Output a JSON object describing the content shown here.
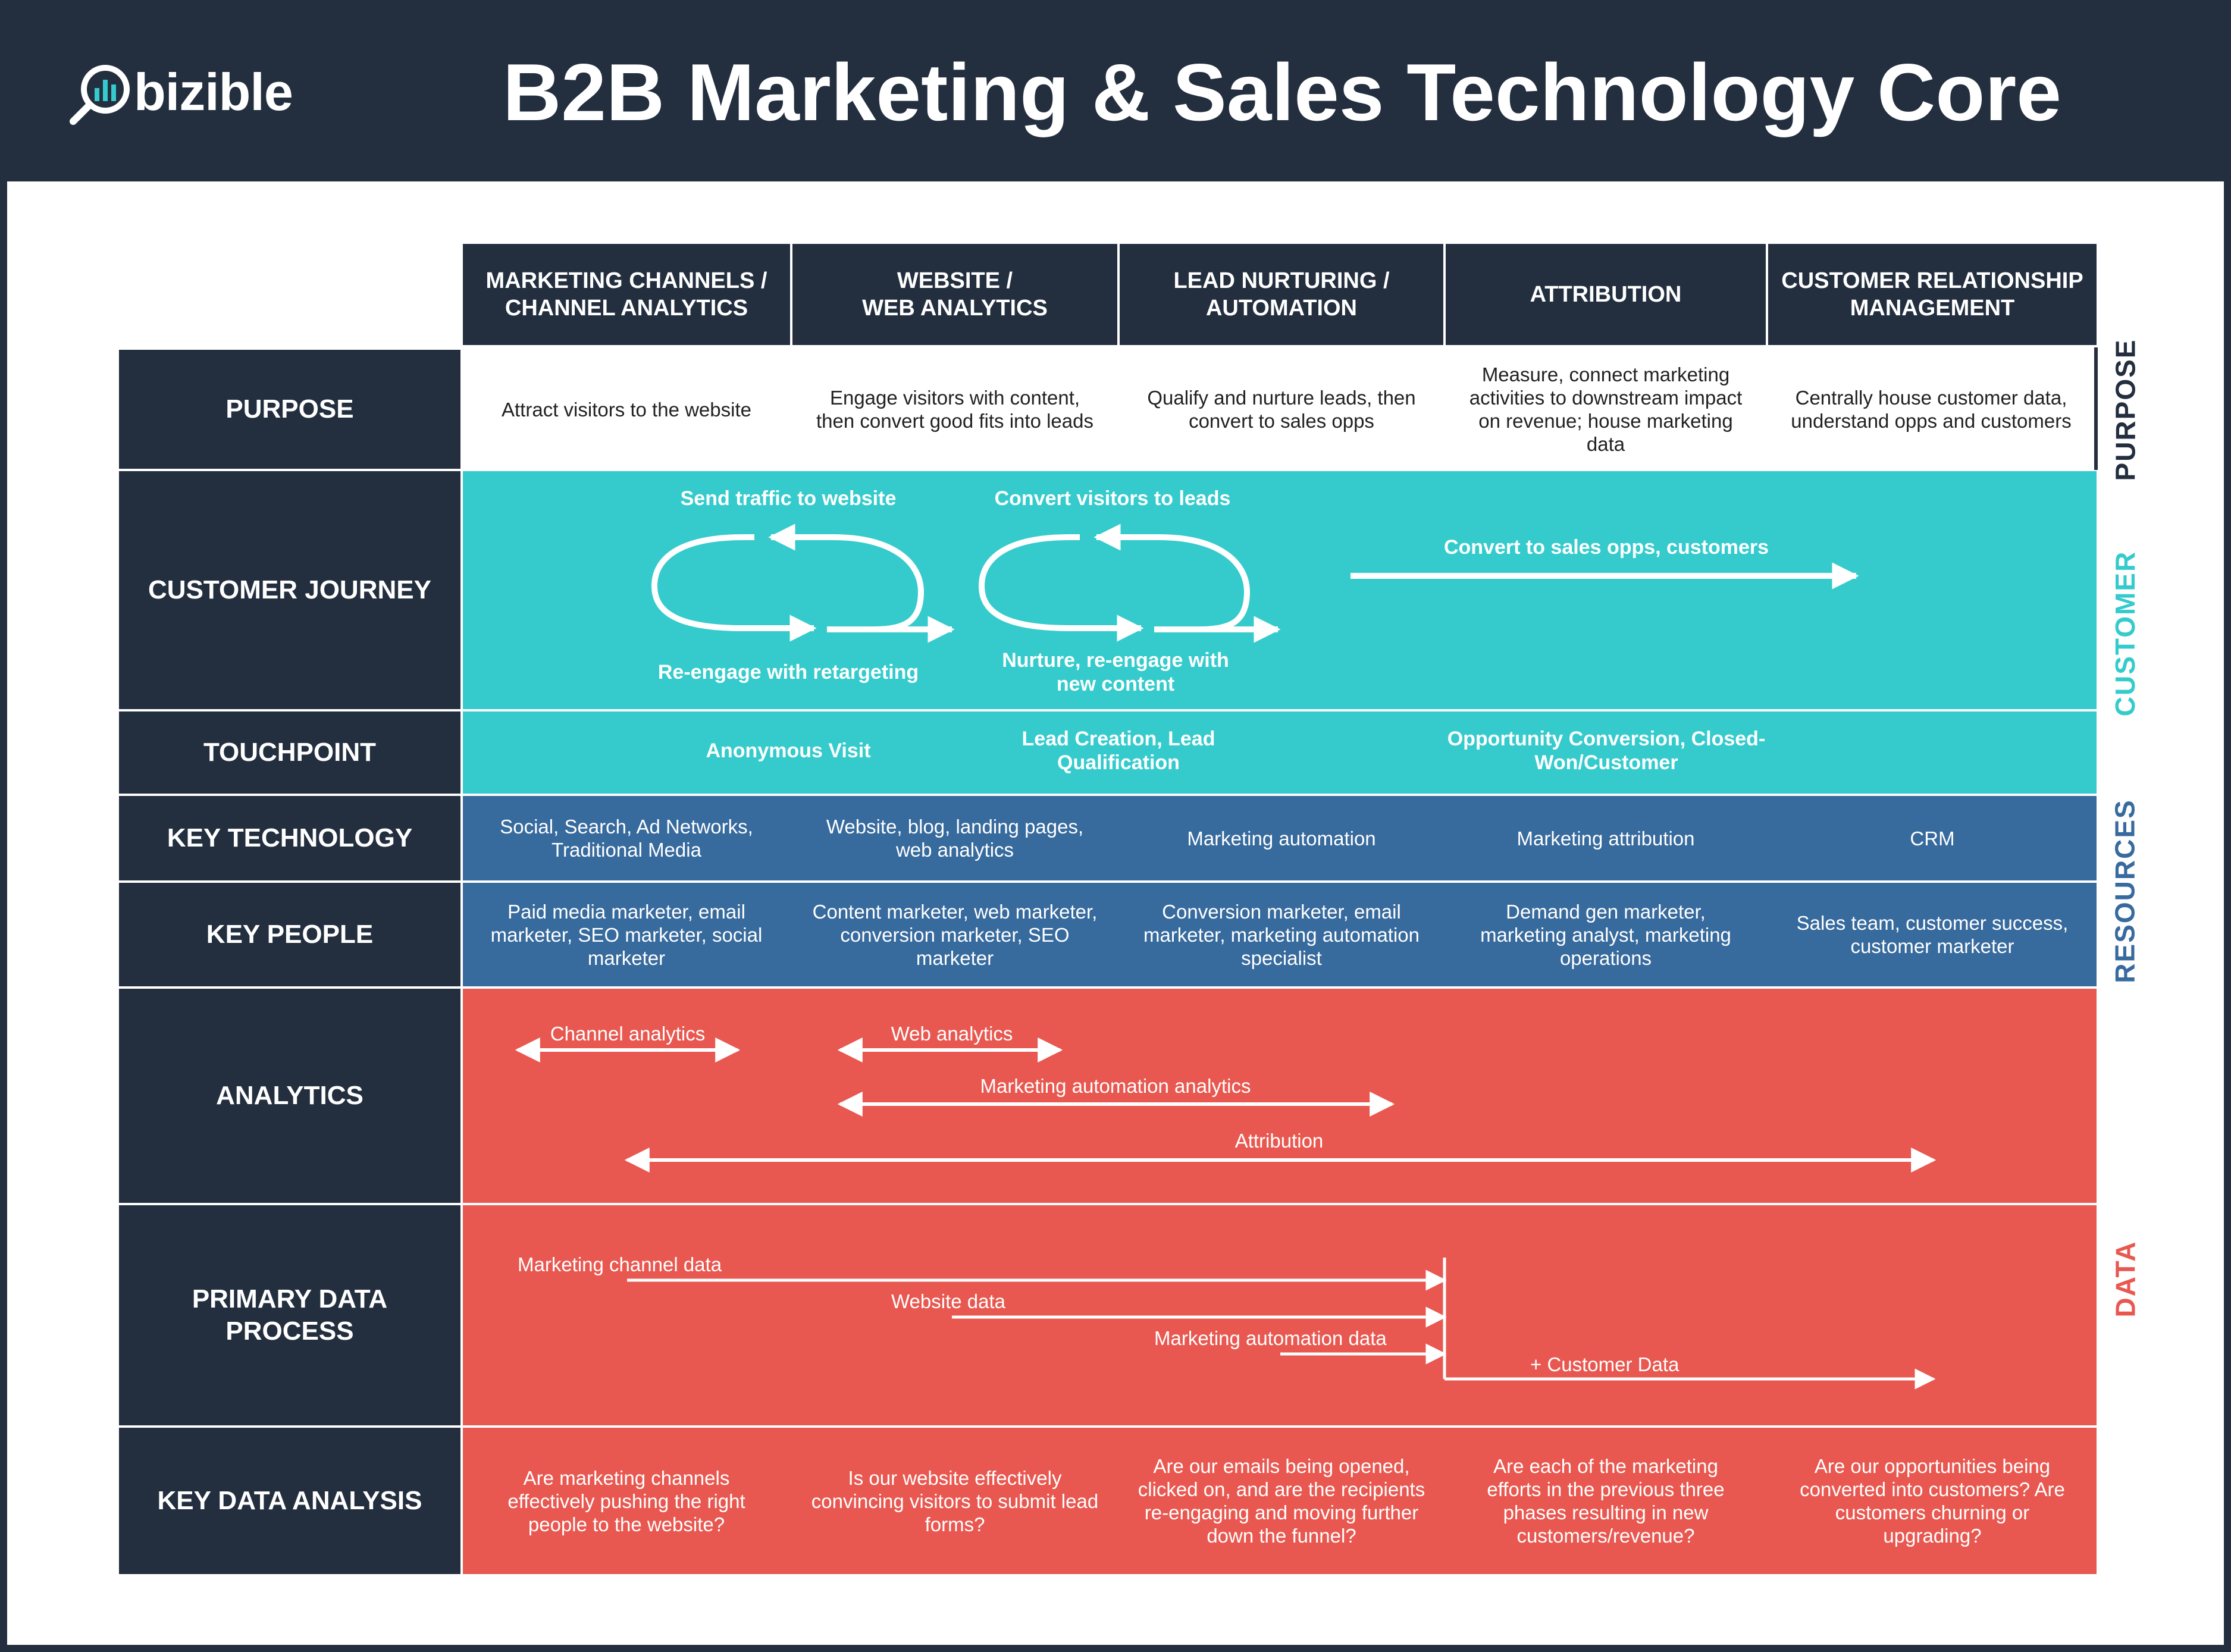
{
  "header": {
    "logo_text": "bizible",
    "title": "B2B Marketing & Sales Technology Core"
  },
  "columns": [
    {
      "line1": "MARKETING CHANNELS /",
      "line2": "CHANNEL ANALYTICS"
    },
    {
      "line1": "WEBSITE /",
      "line2": "WEB ANALYTICS"
    },
    {
      "line1": "LEAD NURTURING /",
      "line2": "AUTOMATION"
    },
    {
      "line1": "ATTRIBUTION",
      "line2": ""
    },
    {
      "line1": "CUSTOMER RELATIONSHIP",
      "line2": "MANAGEMENT"
    }
  ],
  "rows": {
    "purpose": "PURPOSE",
    "journey": "CUSTOMER JOURNEY",
    "touchpoint": "TOUCHPOINT",
    "technology": "KEY TECHNOLOGY",
    "people": "KEY PEOPLE",
    "analytics": "ANALYTICS",
    "primary_line1": "PRIMARY DATA",
    "primary_line2": "PROCESS",
    "key_data": "KEY DATA ANALYSIS"
  },
  "side_labels": {
    "purpose": "PURPOSE",
    "customer": "CUSTOMER",
    "resources": "RESOURCES",
    "data": "DATA"
  },
  "purpose": [
    "Attract visitors to the website",
    "Engage visitors with content, then convert good fits into leads",
    "Qualify and nurture leads, then convert to sales opps",
    "Measure, connect marketing activities to downstream impact on revenue; house marketing data",
    "Centrally house customer data, understand opps and customers"
  ],
  "journey": {
    "send_traffic": "Send traffic to website",
    "reengage": "Re-engage with retargeting",
    "convert_visitors": "Convert visitors to leads",
    "nurture": "Nurture, re-engage with new content",
    "convert_opps": "Convert to sales opps, customers"
  },
  "touchpoint": {
    "anonymous": "Anonymous Visit",
    "lead_creation": "Lead Creation, Lead Qualification",
    "opportunity": "Opportunity Conversion, Closed-Won/Customer"
  },
  "technology": [
    "Social, Search, Ad Networks, Traditional Media",
    "Website, blog, landing pages, web analytics",
    "Marketing automation",
    "Marketing attribution",
    "CRM"
  ],
  "people": [
    "Paid media marketer, email marketer, SEO marketer, social marketer",
    "Content marketer, web marketer, conversion marketer, SEO marketer",
    "Conversion marketer, email marketer, marketing automation specialist",
    "Demand gen marketer, marketing analyst, marketing operations",
    "Sales team, customer success, customer marketer"
  ],
  "analytics": {
    "channel": "Channel analytics",
    "web": "Web analytics",
    "automation": "Marketing automation analytics",
    "attribution": "Attribution"
  },
  "primary_data": {
    "channel": "Marketing channel data",
    "website": "Website data",
    "automation": "Marketing automation data",
    "customer": "+ Customer Data"
  },
  "key_data": [
    "Are marketing channels effectively pushing the right people to the website?",
    "Is our website effectively convincing visitors to submit lead forms?",
    "Are our emails being opened, clicked on, and are the recipients re-engaging and moving further down the funnel?",
    "Are each of the marketing efforts in the previous three phases resulting in new customers/revenue?",
    "Are our opportunities being converted into customers? Are customers churning or upgrading?"
  ],
  "colors": {
    "navy": "#232f3f",
    "teal": "#35cbcc",
    "blue": "#376a9d",
    "red": "#e85850"
  }
}
